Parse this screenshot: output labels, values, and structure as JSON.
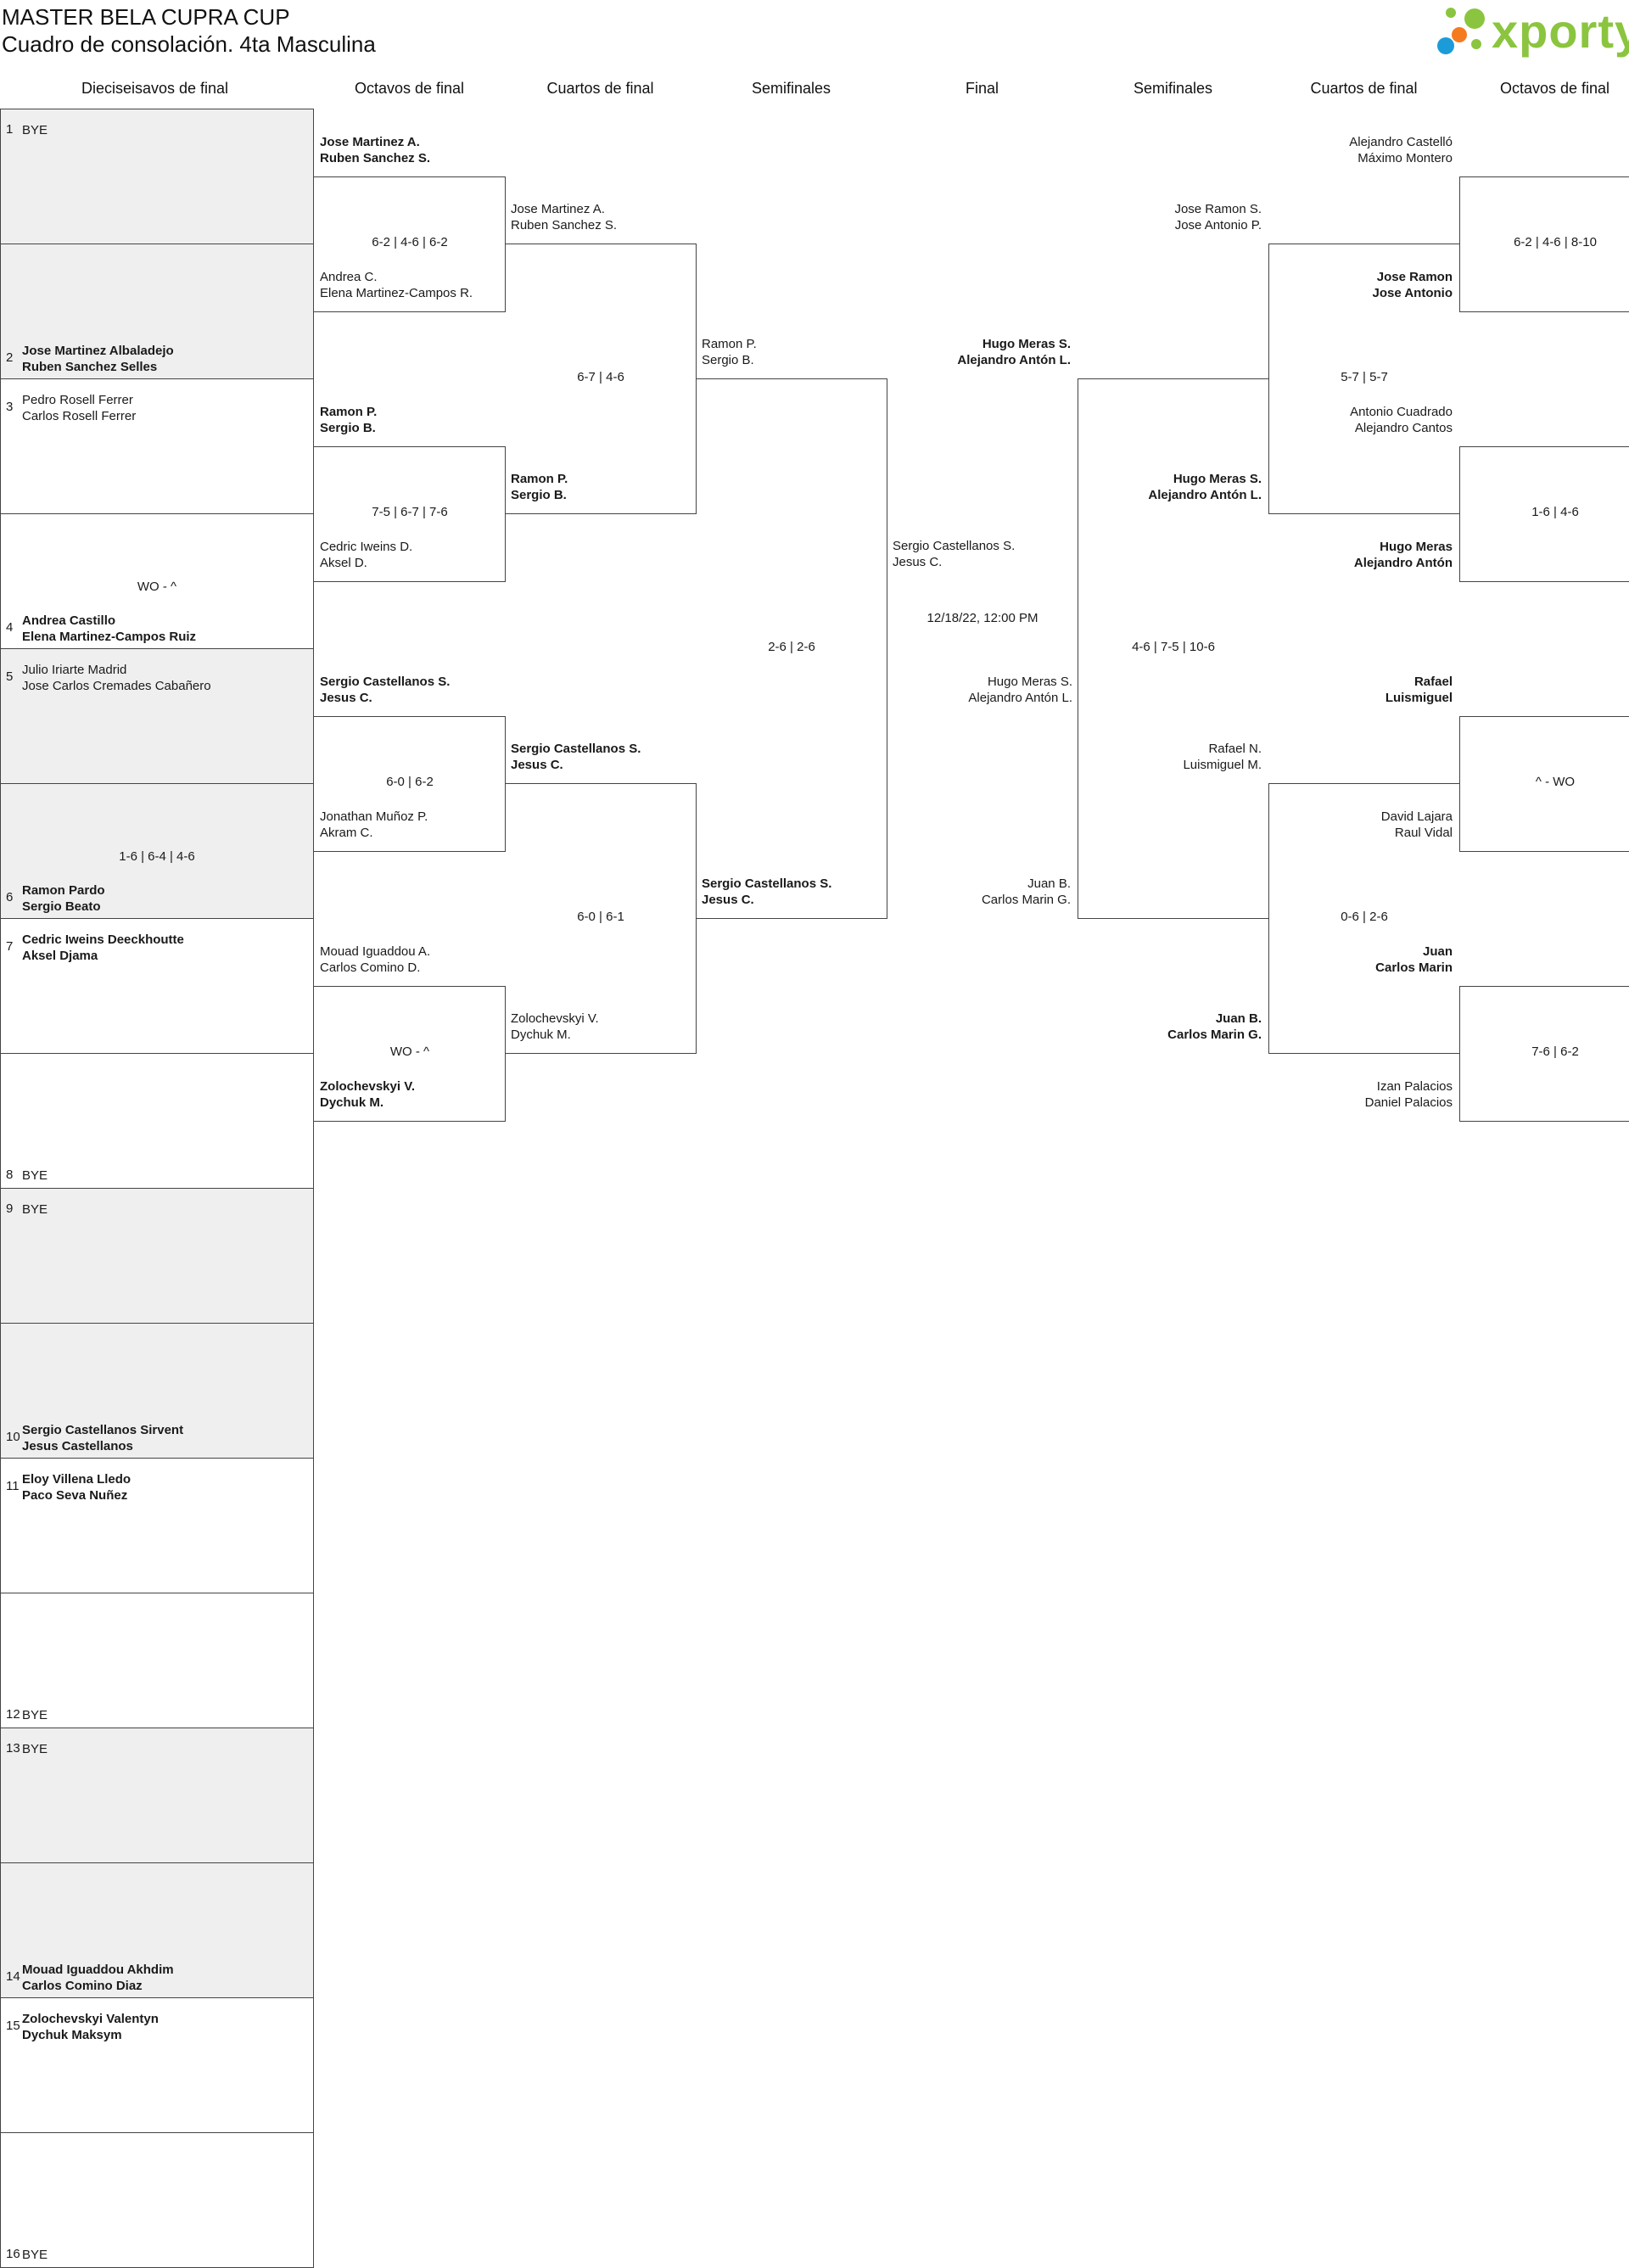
{
  "header": {
    "title": "MASTER BELA CUPRA CUP",
    "subtitle": "Cuadro de consolación. 4ta Masculina"
  },
  "logo": {
    "text": "xporty",
    "color": "#8bc53f",
    "dot_colors": [
      "#8bc53f",
      "#f47b20",
      "#1b9cd9"
    ]
  },
  "rounds_left": [
    "Dieciseisavos de final",
    "Octavos de final",
    "Cuartos de final",
    "Semifinales"
  ],
  "round_final": "Final",
  "rounds_right": [
    "Semifinales",
    "Cuartos de final",
    "Octavos de final"
  ],
  "r32": [
    {
      "top": {
        "seed": "1",
        "p1": "BYE",
        "p2": "",
        "winner": false
      },
      "bottom": {
        "seed": "2",
        "p1": "Jose Martinez Albaladejo",
        "p2": "Ruben Sanchez Selles",
        "winner": true
      },
      "score": ""
    },
    {
      "top": {
        "seed": "3",
        "p1": "Pedro Rosell Ferrer",
        "p2": "Carlos Rosell Ferrer",
        "winner": false
      },
      "bottom": {
        "seed": "4",
        "p1": "Andrea Castillo",
        "p2": "Elena Martinez-Campos Ruiz",
        "winner": true
      },
      "score": "WO - ^"
    },
    {
      "top": {
        "seed": "5",
        "p1": "Julio Iriarte Madrid",
        "p2": "Jose Carlos Cremades Cabañero",
        "winner": false
      },
      "bottom": {
        "seed": "6",
        "p1": "Ramon Pardo",
        "p2": "Sergio Beato",
        "winner": true
      },
      "score": "1-6 | 6-4 | 4-6"
    },
    {
      "top": {
        "seed": "7",
        "p1": "Cedric Iweins Deeckhoutte",
        "p2": "Aksel Djama",
        "winner": true
      },
      "bottom": {
        "seed": "8",
        "p1": "BYE",
        "p2": "",
        "winner": false
      },
      "score": ""
    },
    {
      "top": {
        "seed": "9",
        "p1": "BYE",
        "p2": "",
        "winner": false
      },
      "bottom": {
        "seed": "10",
        "p1": "Sergio Castellanos Sirvent",
        "p2": "Jesus Castellanos",
        "winner": true
      },
      "score": ""
    },
    {
      "top": {
        "seed": "11",
        "p1": "Eloy Villena Lledo",
        "p2": "Paco Seva Nuñez",
        "winner": true
      },
      "bottom": {
        "seed": "12",
        "p1": "BYE",
        "p2": "",
        "winner": false
      },
      "score": ""
    },
    {
      "top": {
        "seed": "13",
        "p1": "BYE",
        "p2": "",
        "winner": false
      },
      "bottom": {
        "seed": "14",
        "p1": "Mouad Iguaddou Akhdim",
        "p2": "Carlos Comino Diaz",
        "winner": true
      },
      "score": ""
    },
    {
      "top": {
        "seed": "15",
        "p1": "Zolochevskyi Valentyn",
        "p2": "Dychuk Maksym",
        "winner": true
      },
      "bottom": {
        "seed": "16",
        "p1": "BYE",
        "p2": "",
        "winner": false
      },
      "score": ""
    }
  ],
  "left_r16": [
    {
      "top": {
        "p1": "Jose Martinez A.",
        "p2": "Ruben Sanchez S.",
        "winner": true
      },
      "bottom": {
        "p1": "Andrea C.",
        "p2": "Elena Martinez-Campos R.",
        "winner": false
      },
      "score": "6-2 | 4-6 | 6-2"
    },
    {
      "top": {
        "p1": "Ramon P.",
        "p2": "Sergio B.",
        "winner": true
      },
      "bottom": {
        "p1": "Cedric Iweins D.",
        "p2": "Aksel D.",
        "winner": false
      },
      "score": "7-5 | 6-7 | 7-6"
    },
    {
      "top": {
        "p1": "Sergio Castellanos S.",
        "p2": "Jesus C.",
        "winner": true
      },
      "bottom": {
        "p1": "Jonathan Muñoz P.",
        "p2": "Akram C.",
        "winner": false
      },
      "score": "6-0 | 6-2"
    },
    {
      "top": {
        "p1": "Mouad Iguaddou A.",
        "p2": "Carlos Comino D.",
        "winner": false
      },
      "bottom": {
        "p1": "Zolochevskyi V.",
        "p2": "Dychuk M.",
        "winner": true
      },
      "score": "WO - ^"
    }
  ],
  "left_qf": [
    {
      "top": {
        "p1": "Jose Martinez A.",
        "p2": "Ruben Sanchez S.",
        "winner": false
      },
      "bottom": {
        "p1": "Ramon P.",
        "p2": "Sergio B.",
        "winner": true
      },
      "score": "6-7 | 4-6"
    },
    {
      "top": {
        "p1": "Sergio Castellanos S.",
        "p2": "Jesus C.",
        "winner": true
      },
      "bottom": {
        "p1": "Zolochevskyi V.",
        "p2": "Dychuk M.",
        "winner": false
      },
      "score": "6-0 | 6-1"
    }
  ],
  "left_sf": [
    {
      "top": {
        "p1": "Ramon P.",
        "p2": "Sergio B.",
        "winner": false
      },
      "bottom": {
        "p1": "Sergio Castellanos S.",
        "p2": "Jesus C.",
        "winner": true
      },
      "score": "2-6 | 2-6"
    }
  ],
  "final": {
    "left": {
      "p1": "Sergio Castellanos S.",
      "p2": "Jesus C.",
      "winner": false
    },
    "right": {
      "p1": "Hugo Meras S.",
      "p2": "Alejandro Antón L.",
      "winner": false
    },
    "date": "12/18/22, 12:00 PM"
  },
  "right_sf": [
    {
      "top": {
        "p1": "Hugo Meras S.",
        "p2": "Alejandro Antón L.",
        "winner": true
      },
      "bottom": {
        "p1": "Juan B.",
        "p2": "Carlos Marin G.",
        "winner": false
      },
      "score": "4-6 | 7-5 | 10-6"
    }
  ],
  "right_qf": [
    {
      "top": {
        "p1": "Jose Ramon S.",
        "p2": "Jose Antonio P.",
        "winner": false
      },
      "bottom": {
        "p1": "Hugo Meras S.",
        "p2": "Alejandro Antón L.",
        "winner": true
      },
      "score": "5-7 | 5-7"
    },
    {
      "top": {
        "p1": "Rafael N.",
        "p2": "Luismiguel M.",
        "winner": false
      },
      "bottom": {
        "p1": "Juan B.",
        "p2": "Carlos Marin G.",
        "winner": true
      },
      "score": "0-6 | 2-6"
    }
  ],
  "right_r16": [
    {
      "top": {
        "p1": "Alejandro Castelló",
        "p2": "Máximo Montero",
        "winner": false
      },
      "bottom": {
        "p1": "Jose Ramon",
        "p2": "Jose Antonio",
        "winner": true
      },
      "score": "6-2 | 4-6 | 8-10"
    },
    {
      "top": {
        "p1": "Antonio Cuadrado",
        "p2": "Alejandro Cantos",
        "winner": false
      },
      "bottom": {
        "p1": "Hugo Meras",
        "p2": "Alejandro Antón",
        "winner": true
      },
      "score": "1-6 | 4-6"
    },
    {
      "top": {
        "p1": "Rafael",
        "p2": "Luismiguel",
        "winner": true
      },
      "bottom": {
        "p1": "David Lajara",
        "p2": "Raul Vidal",
        "winner": false
      },
      "score": "^ - WO"
    },
    {
      "top": {
        "p1": "Juan",
        "p2": "Carlos Marin",
        "winner": true
      },
      "bottom": {
        "p1": "Izan Palacios",
        "p2": "Daniel Palacios",
        "winner": false
      },
      "score": "7-6 | 6-2"
    }
  ]
}
